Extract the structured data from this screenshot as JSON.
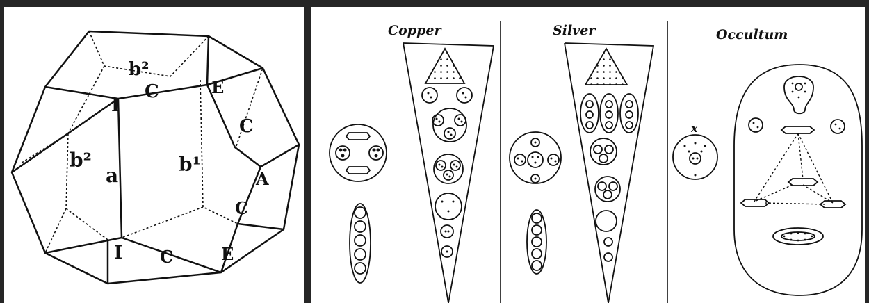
{
  "crystal": {
    "labels": {
      "b2_top": "b²",
      "I_top": "I",
      "C_top": "C",
      "E_top": "E",
      "C_right": "C",
      "b2_left": "b²",
      "a": "a",
      "b1": "b¹",
      "A": "A",
      "C_lower_right": "C",
      "I_bottom": "I",
      "C_bottom": "C",
      "E_bottom": "E"
    }
  },
  "diagrams": {
    "copper_title": "Copper",
    "silver_title": "Silver",
    "occultum_title": "Occultum",
    "occultum_mark": "x"
  },
  "colors": {
    "ink": "#111111",
    "frame": "#262626",
    "paper": "#ffffff"
  }
}
